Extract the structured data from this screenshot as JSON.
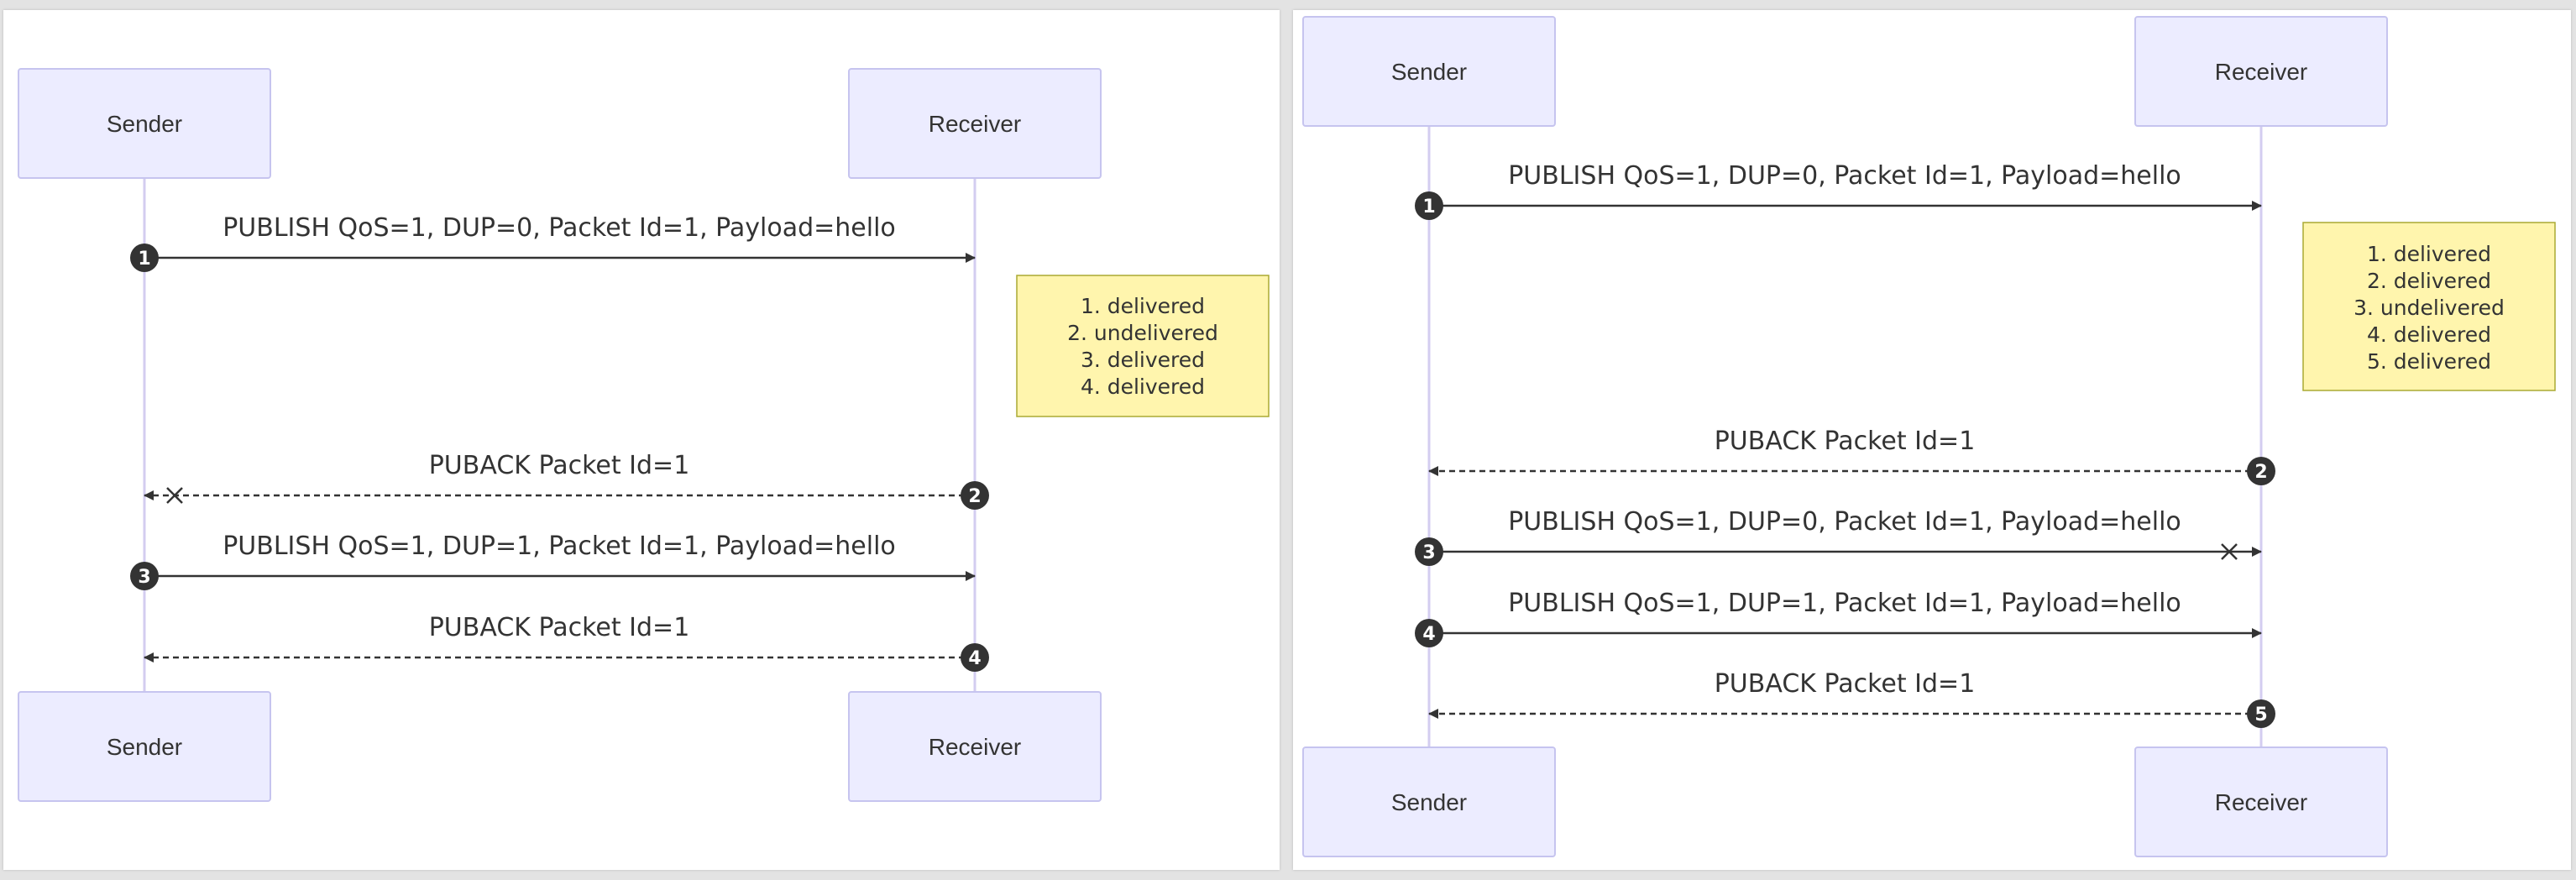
{
  "diagrams": [
    {
      "actors": {
        "left": "Sender",
        "right": "Receiver"
      },
      "messages": [
        {
          "seq": "1",
          "label": "PUBLISH QoS=1, DUP=0, Packet Id=1, Payload=hello",
          "direction": "right",
          "style": "solid",
          "lost": false
        },
        {
          "seq": "2",
          "label": "PUBACK Packet Id=1",
          "direction": "left",
          "style": "dashed",
          "lost": true
        },
        {
          "seq": "3",
          "label": "PUBLISH QoS=1, DUP=1, Packet Id=1, Payload=hello",
          "direction": "right",
          "style": "solid",
          "lost": false
        },
        {
          "seq": "4",
          "label": "PUBACK Packet Id=1",
          "direction": "left",
          "style": "dashed",
          "lost": false
        }
      ],
      "note": [
        "1. delivered",
        "2. undelivered",
        "3. delivered",
        "4. delivered"
      ]
    },
    {
      "actors": {
        "left": "Sender",
        "right": "Receiver"
      },
      "messages": [
        {
          "seq": "1",
          "label": "PUBLISH QoS=1, DUP=0, Packet Id=1, Payload=hello",
          "direction": "right",
          "style": "solid",
          "lost": false
        },
        {
          "seq": "2",
          "label": "PUBACK Packet Id=1",
          "direction": "left",
          "style": "dashed",
          "lost": false
        },
        {
          "seq": "3",
          "label": "PUBLISH QoS=1, DUP=0, Packet Id=1, Payload=hello",
          "direction": "right",
          "style": "solid",
          "lost": true
        },
        {
          "seq": "4",
          "label": "PUBLISH QoS=1, DUP=1, Packet Id=1, Payload=hello",
          "direction": "right",
          "style": "solid",
          "lost": false
        },
        {
          "seq": "5",
          "label": "PUBACK Packet Id=1",
          "direction": "left",
          "style": "dashed",
          "lost": false
        }
      ],
      "note": [
        "1. delivered",
        "2. delivered",
        "3. undelivered",
        "4. delivered",
        "5. delivered"
      ]
    }
  ],
  "colors": {
    "actor_fill": "#ececff",
    "actor_border": "#c6c4ef",
    "lifeline": "#d3cdf0",
    "arrow": "#333333",
    "note_fill": "#fff5ad",
    "note_border": "#aaaa33"
  }
}
